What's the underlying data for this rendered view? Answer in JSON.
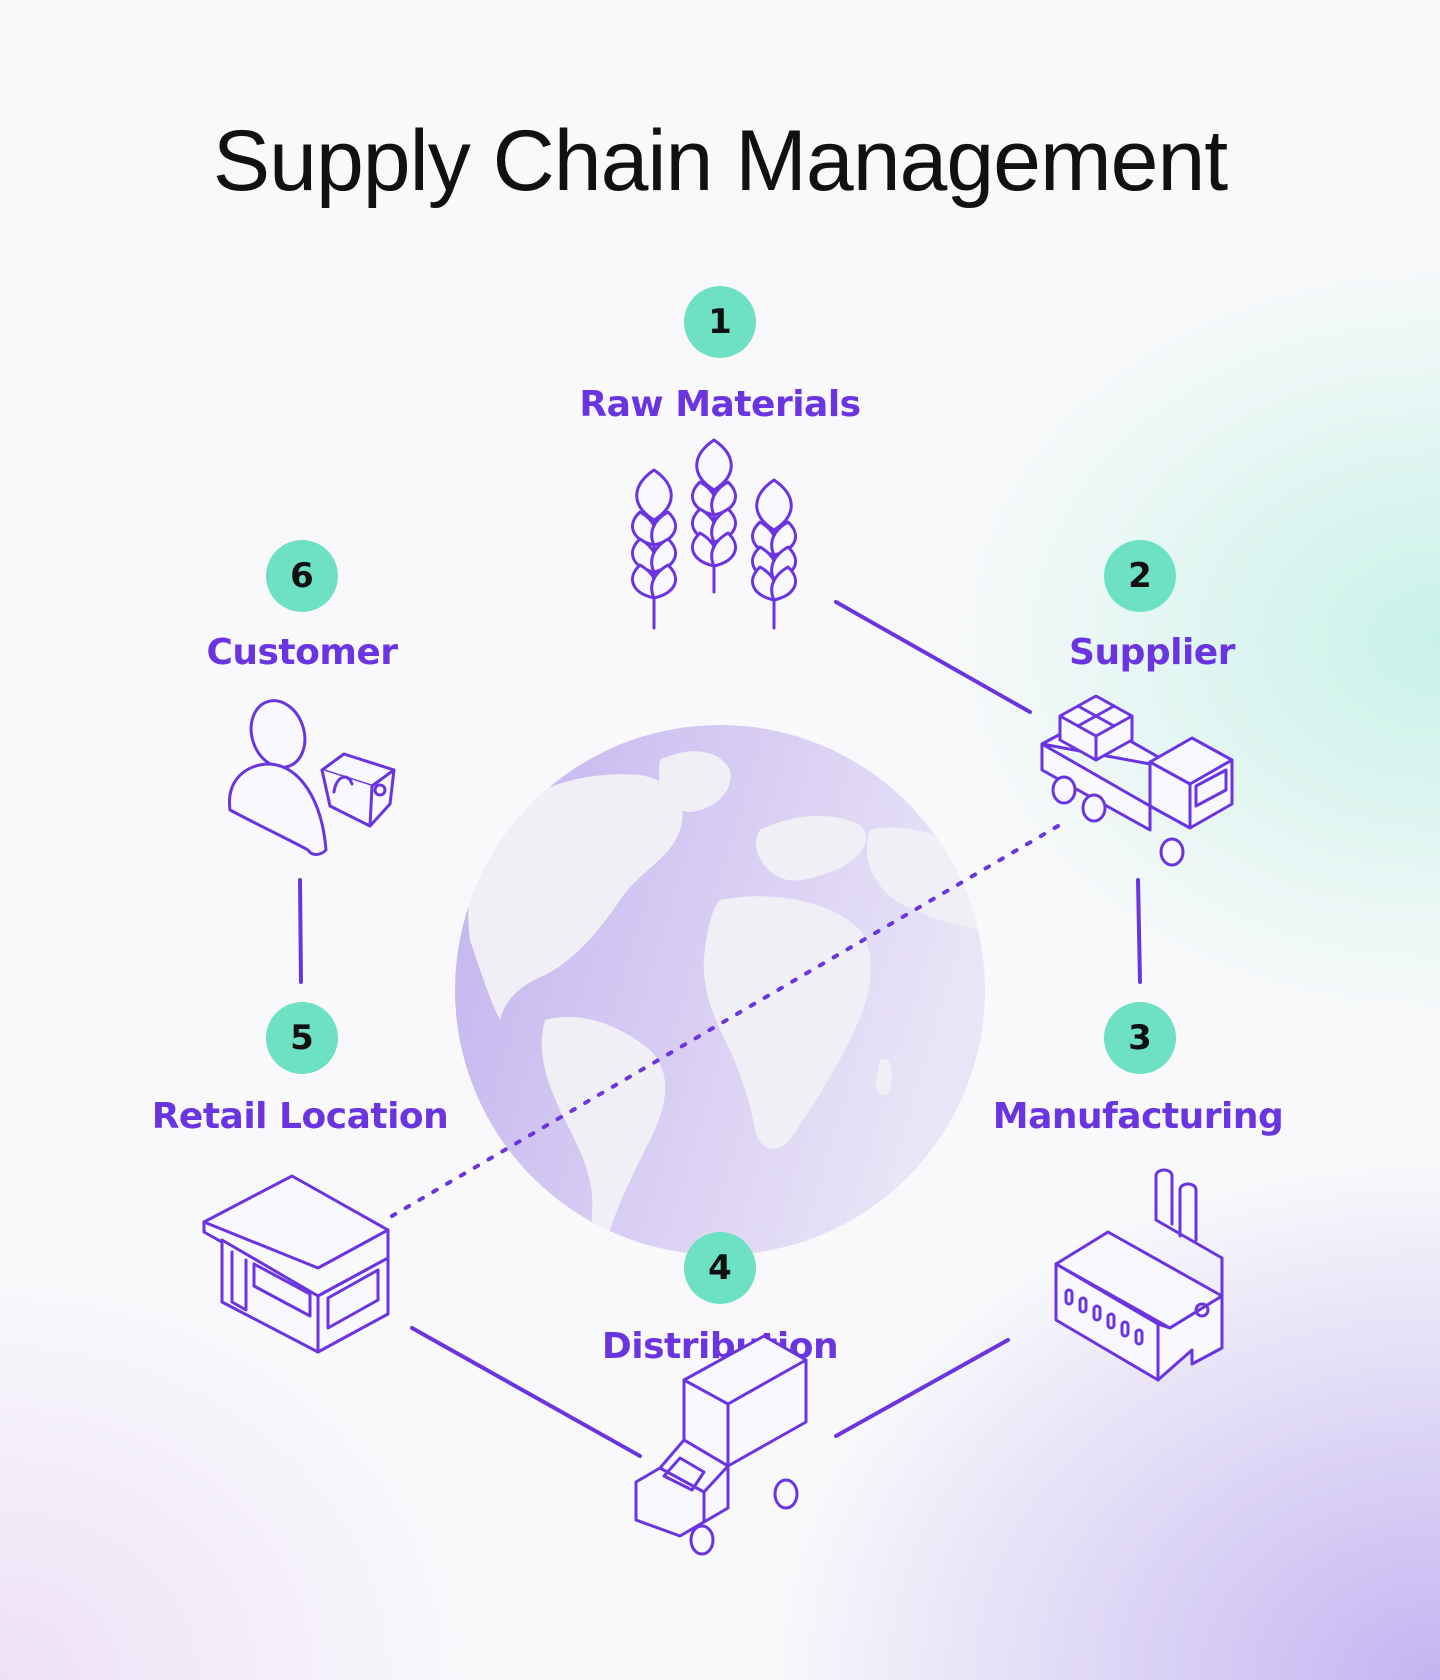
{
  "title": "Supply Chain Management",
  "colors": {
    "accent": "#6a35e0",
    "badge": "#6ee0c4",
    "globe": "#c9b9ef"
  },
  "steps": [
    {
      "number": "1",
      "label": "Raw Materials",
      "icon": "wheat-icon"
    },
    {
      "number": "2",
      "label": "Supplier",
      "icon": "flatbed-truck-icon"
    },
    {
      "number": "3",
      "label": "Manufacturing",
      "icon": "factory-icon"
    },
    {
      "number": "4",
      "label": "Distribution",
      "icon": "delivery-truck-icon"
    },
    {
      "number": "5",
      "label": "Retail Location",
      "icon": "store-icon"
    },
    {
      "number": "6",
      "label": "Customer",
      "icon": "customer-basket-icon"
    }
  ]
}
